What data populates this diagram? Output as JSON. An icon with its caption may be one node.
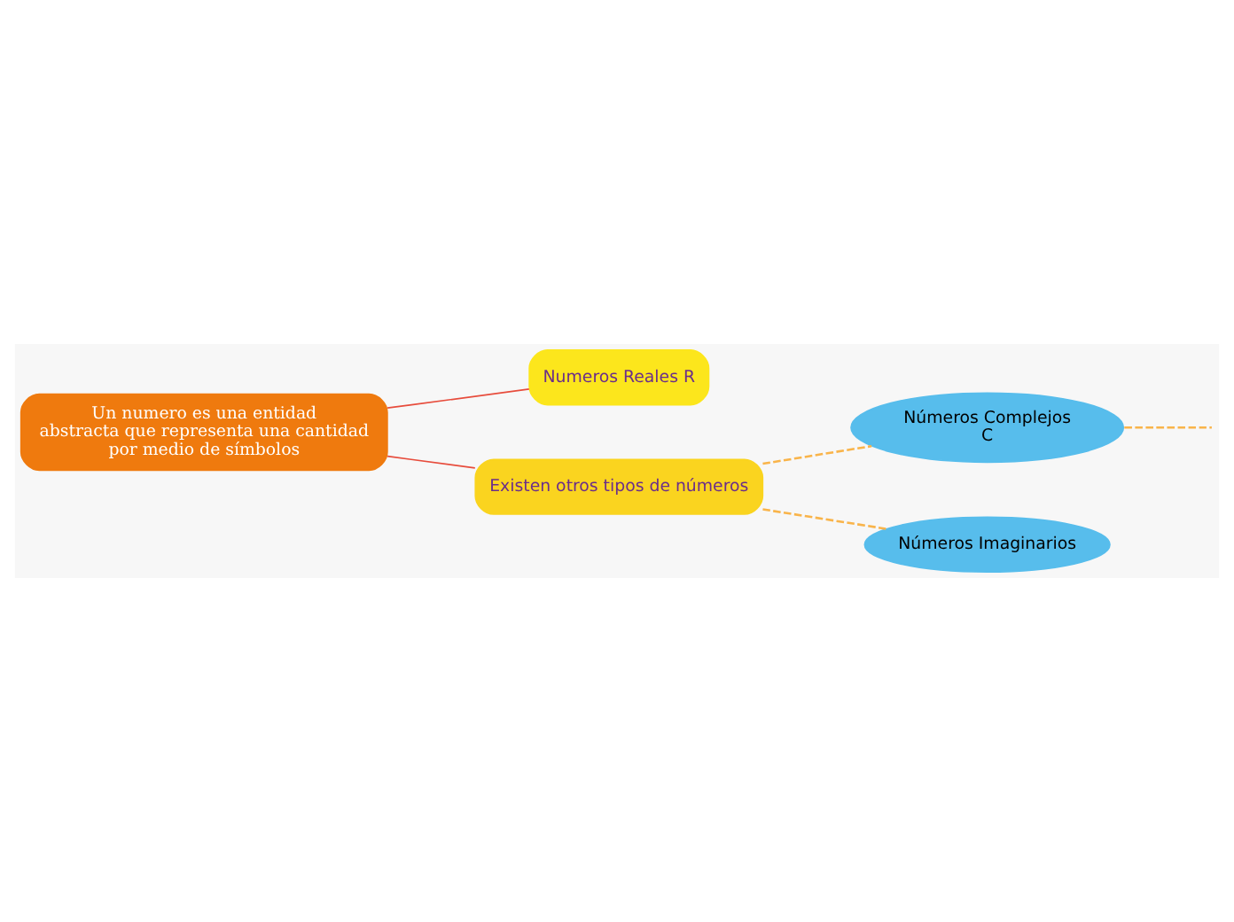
{
  "diagram": {
    "nodes": [
      {
        "text": [
          "Un numero es una entidad abstracta que representa una cantidad por medio de símbolos"
        ]
      },
      {
        "text": [
          "Numeros Reales R"
        ]
      },
      {
        "text": [
          "Existen otros tipos de números"
        ]
      },
      {
        "text": [
          "Números Complejos C"
        ]
      },
      {
        "text": [
          "Números Imaginarios"
        ]
      }
    ],
    "edges": [
      {
        "from": 0,
        "to": 1,
        "arrow": "none",
        "color": "#e74c3c"
      },
      {
        "from": 0,
        "to": 2,
        "arrow": "none",
        "color": "#e74c3c"
      },
      {
        "from": 2,
        "to": 3,
        "arrow": "none",
        "style": "dashed"
      },
      {
        "from": 2,
        "to": 4,
        "arrow": "none",
        "style": "dashed"
      },
      {
        "from": 3,
        "to": null,
        "arrow": "none",
        "style": "dashed"
      }
    ]
  }
}
